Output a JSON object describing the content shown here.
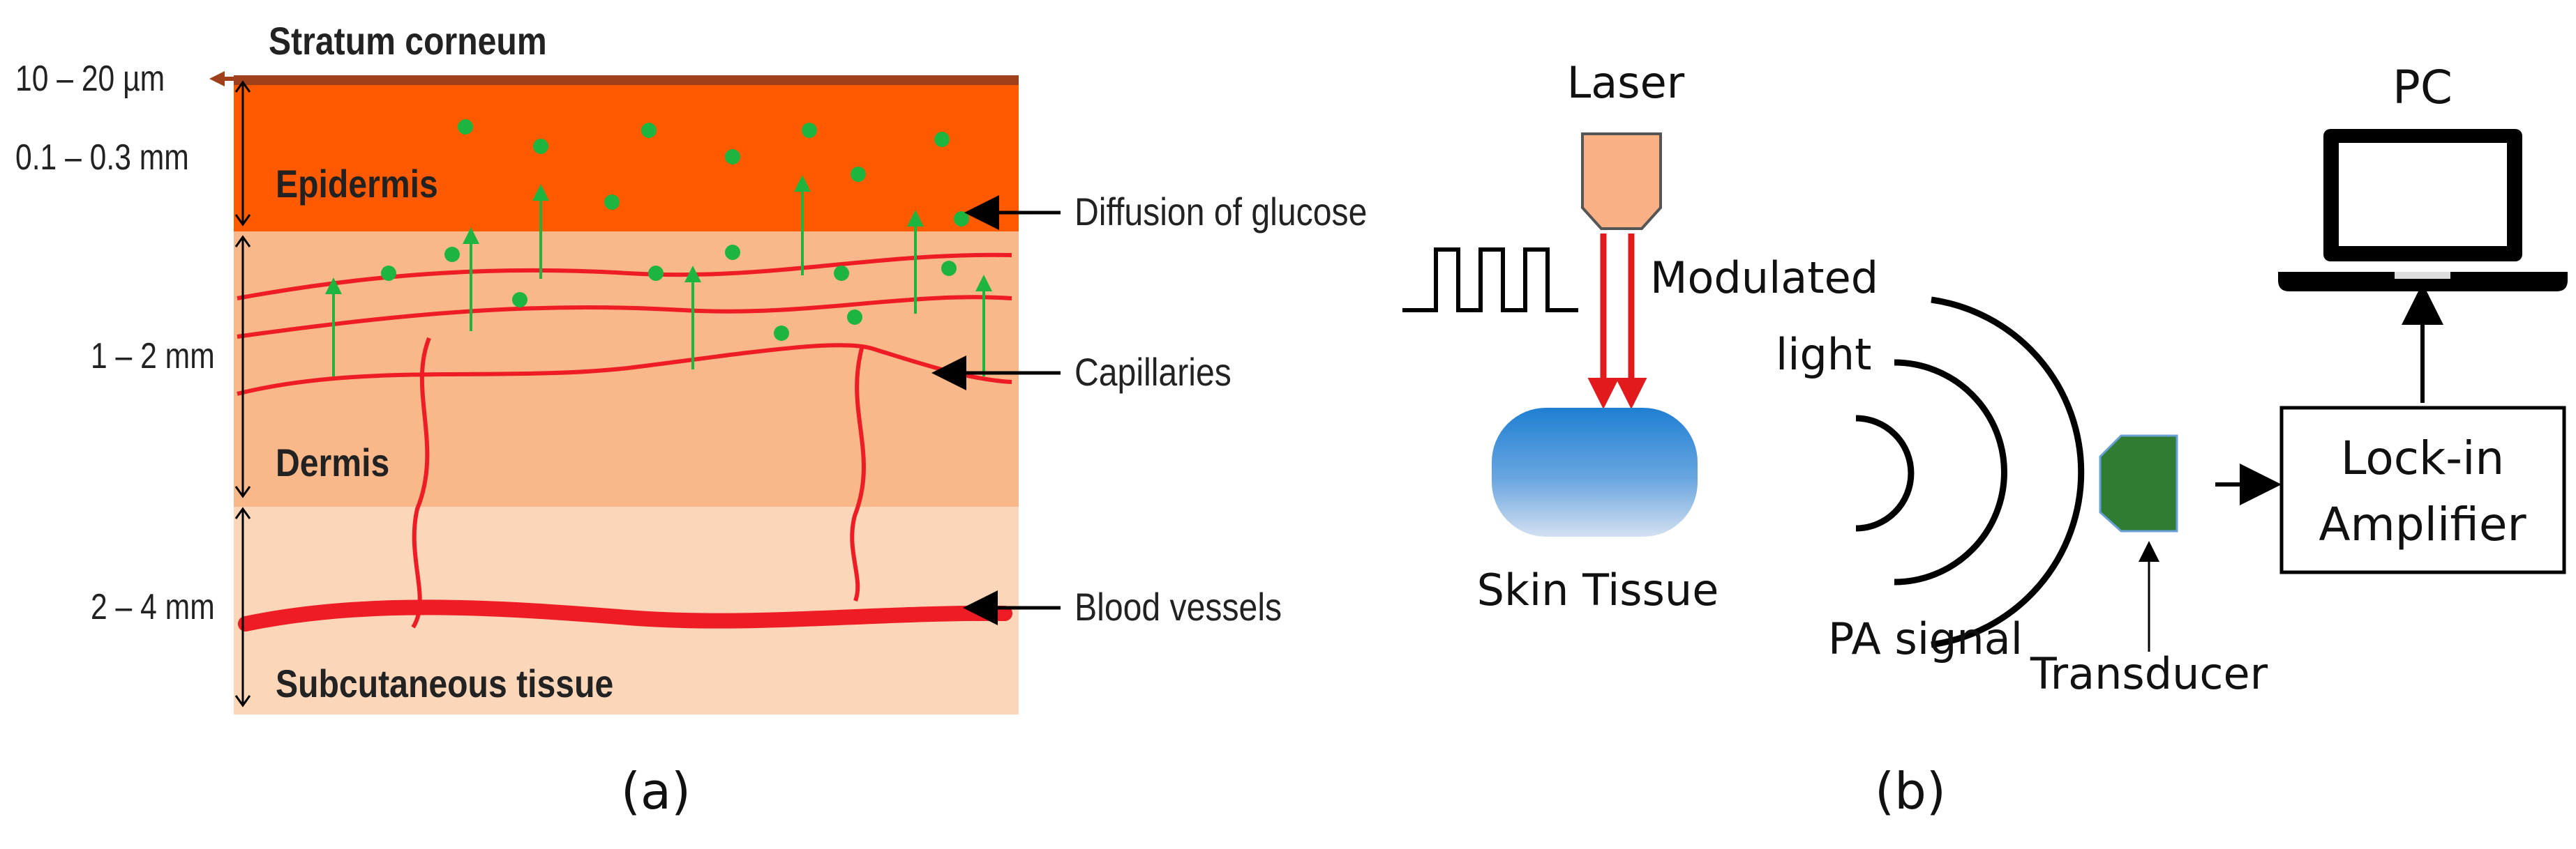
{
  "panel_a": {
    "caption": "(a)",
    "layers": {
      "stratum": "Stratum corneum",
      "epidermis": "Epidermis",
      "dermis": "Dermis",
      "subcutaneous": "Subcutaneous tissue"
    },
    "thickness": {
      "stratum": "10 – 20 µm",
      "epidermis": "0.1 – 0.3 mm",
      "dermis": "1 – 2 mm",
      "subcutaneous": "2 – 4 mm"
    },
    "annotations": {
      "glucose": "Diffusion of glucose",
      "capillaries": "Capillaries",
      "vessels": "Blood vessels"
    },
    "colors": {
      "stratum": "#a0401a",
      "epidermis": "#ff5a00",
      "dermis": "#f9b88a",
      "subcutaneous": "#fcd6b8",
      "vessel": "#ee1c24",
      "glucose": "#1db43f"
    }
  },
  "panel_b": {
    "caption": "(b)",
    "laser": "Laser",
    "modulated_line1": "Modulated",
    "modulated_line2": "light",
    "skin": "Skin Tissue",
    "pa_signal": "PA signal",
    "transducer": "Transducer",
    "lockin_line1": "Lock-in",
    "lockin_line2": "Amplifier",
    "pc": "PC",
    "colors": {
      "laser_body": "#f8b084",
      "beam": "#e31a1c",
      "tissue_top": "#1f7fd2",
      "tissue_bottom": "#c9d9ef",
      "transducer": "#2e7d32"
    }
  }
}
